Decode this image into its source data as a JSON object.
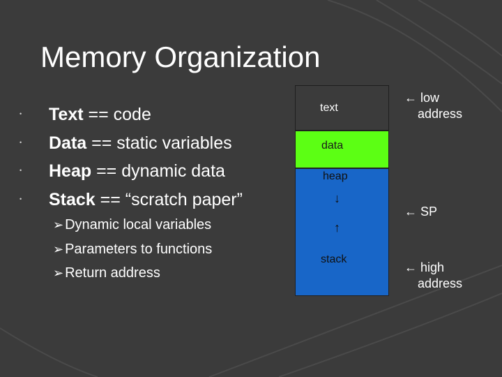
{
  "slide": {
    "title": "Memory Organization",
    "bullets": [
      {
        "term": "Text",
        "rest": " == code"
      },
      {
        "term": "Data",
        "rest": " == static variables"
      },
      {
        "term": "Heap",
        "rest": " == dynamic data"
      },
      {
        "term": "Stack",
        "rest": " == “scratch paper”"
      }
    ],
    "sub_bullets": [
      "Dynamic local variables",
      "Parameters to functions",
      "Return address"
    ],
    "bullet_marker": "•",
    "sub_marker": "➢"
  },
  "memory": {
    "text_label": "text",
    "data_label": "data",
    "heap_label": "heap",
    "stack_label": "stack",
    "down_arrow": "↓",
    "up_arrow": "↑"
  },
  "annotations": {
    "low": {
      "arrow": "←",
      "line1": "low",
      "line2": "address"
    },
    "sp": {
      "arrow": "←",
      "text": "SP"
    },
    "high": {
      "arrow": "←",
      "line1": "high",
      "line2": "address"
    }
  },
  "colors": {
    "background": "#3b3b3b",
    "text_region": "#3b3b3b",
    "data_region": "#5cff14",
    "heap_stack_region": "#1866c8",
    "decor_lines": "#4a4a4a"
  }
}
